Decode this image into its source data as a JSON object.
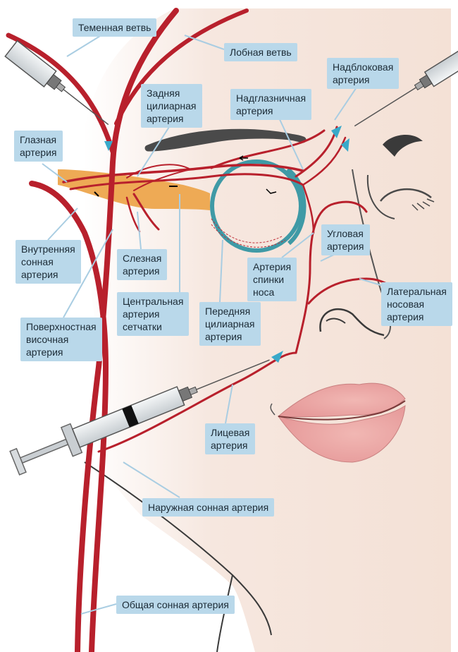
{
  "labels": {
    "parietal_branch": "Теменная ветвь",
    "frontal_branch": "Лобная ветвь",
    "supratrochlear_artery": "Надблоковая\nартерия",
    "supraorbital_artery": "Надглазничная\nартерия",
    "posterior_ciliary_artery": "Задняя\nцилиарная\nартерия",
    "ophthalmic_artery": "Глазная\nартерия",
    "internal_carotid_artery": "Внутренняя\nсонная\nартерия",
    "lacrimal_artery": "Слезная\nартерия",
    "angular_artery": "Угловая\nартерия",
    "dorsal_nasal_artery": "Артерия\nспинки\nноса",
    "lateral_nasal_artery": "Латеральная\nносовая\nартерия",
    "central_retinal_artery": "Центральная\nартерия\nсетчатки",
    "anterior_ciliary_artery": "Передняя\nцилиарная\nартерия",
    "superficial_temporal_artery": "Поверхностная\nвисочная\nартерия",
    "facial_artery": "Лицевая\nартерия",
    "external_carotid_artery": "Наружная сонная артерия",
    "common_carotid_artery": "Общая сонная артерия"
  },
  "colors": {
    "artery": "#b8202c",
    "skin": "#f7e9e2",
    "label_bg": "#b9d8ea",
    "leader": "#a9cde2",
    "eyeball": "#3f9aa6",
    "optic_nerve": "#eeaa55",
    "lips": "#e9a4a4",
    "brow": "#4a4a4a",
    "needle_marker": "#39a9c9"
  }
}
